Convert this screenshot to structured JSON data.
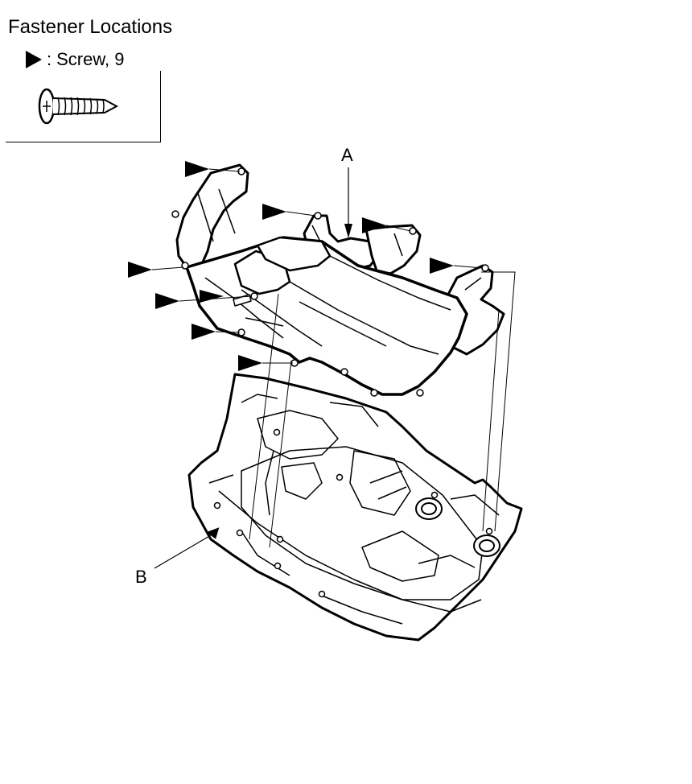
{
  "title": "Fastener Locations",
  "legend": {
    "marker_icon": "solid-triangle-pointer-icon",
    "separator": ":",
    "label": "Screw, 9"
  },
  "callouts": {
    "a": "A",
    "b": "B"
  }
}
